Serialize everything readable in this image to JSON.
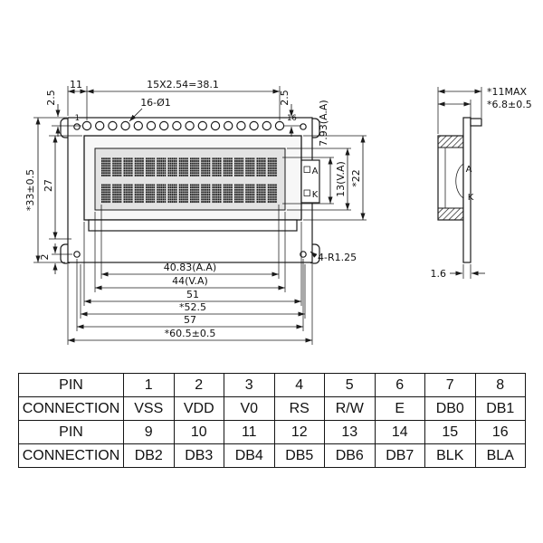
{
  "front_view": {
    "pin_first": "1",
    "pin_last": "16",
    "dims": {
      "edge_to_pin1": "11",
      "pin_pitch": "15X2.54=38.1",
      "pin_offset_left": "2.5",
      "pin_offset_right": "2.5",
      "pin_holes": "16-Ø1",
      "aa_height": "7.93(A.A)",
      "board_height": "*33±0.5",
      "bezel_height": "27",
      "hole_to_edge": "2",
      "va_height": "13(V.A)",
      "frame_height": "*22",
      "corner_radius": "4-R1.25",
      "aa_width": "40.83(A.A)",
      "va_width": "44(V.A)",
      "width_51": "51",
      "width_52_5": "*52.5",
      "width_57": "57",
      "board_width": "*60.5±0.5"
    },
    "backlight": {
      "anode": "A",
      "cathode": "K"
    }
  },
  "side_view": {
    "dims": {
      "depth_max": "*11MAX",
      "depth_body": "*6.8±0.5",
      "pcb_thickness": "1.6"
    },
    "backlight": {
      "anode": "A",
      "cathode": "K"
    }
  },
  "pin_table": {
    "rows": [
      [
        "PIN",
        "1",
        "2",
        "3",
        "4",
        "5",
        "6",
        "7",
        "8"
      ],
      [
        "CONNECTION",
        "VSS",
        "VDD",
        "V0",
        "RS",
        "R/W",
        "E",
        "DB0",
        "DB1"
      ],
      [
        "PIN",
        "9",
        "10",
        "11",
        "12",
        "13",
        "14",
        "15",
        "16"
      ],
      [
        "CONNECTION",
        "DB2",
        "DB3",
        "DB4",
        "DB5",
        "DB6",
        "DB7",
        "BLK",
        "BLA"
      ]
    ]
  },
  "colors": {
    "line": "#1a1a1a",
    "window_fill": "#e3e3e3",
    "dot_fill": "#151515"
  }
}
